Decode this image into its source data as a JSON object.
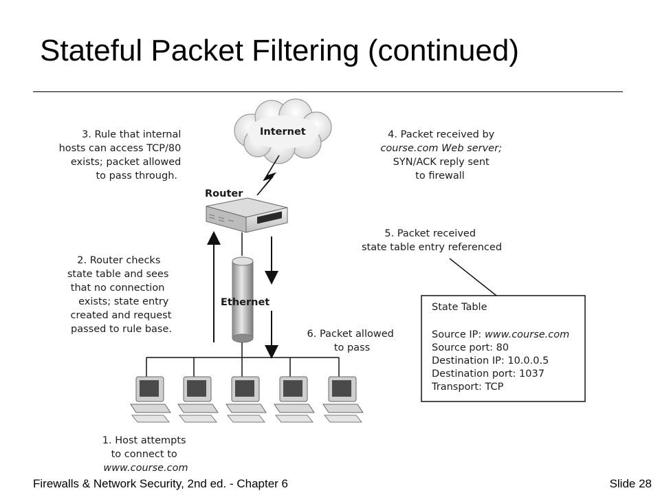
{
  "slide": {
    "title": "Stateful Packet Filtering (continued)",
    "footer_left": "Firewalls & Network Security, 2nd ed. - Chapter 6",
    "footer_right": "Slide 28"
  },
  "diagram": {
    "internet_label": "Internet",
    "router_label": "Router",
    "ethernet_label": "Ethernet",
    "step1": [
      "1. Host attempts",
      "to connect to",
      "www.course.com"
    ],
    "step2": [
      "2. Router checks",
      "state table and sees",
      "that no connection",
      "exists; state entry",
      "created and request",
      "passed to rule base."
    ],
    "step3": [
      "3. Rule that internal",
      "hosts can access TCP/80",
      "exists; packet allowed",
      "to pass through."
    ],
    "step4": [
      "4. Packet received by",
      "course.com Web server;",
      "SYN/ACK reply sent",
      "to firewall"
    ],
    "step5": [
      "5. Packet received",
      "state table entry referenced"
    ],
    "step6": [
      "6. Packet allowed",
      "to pass"
    ],
    "state_table": {
      "title": "State Table",
      "rows": [
        {
          "label": "Source IP: ",
          "value": "www.course.com"
        },
        {
          "label": "Source port: ",
          "value": "80"
        },
        {
          "label": "Destination IP: ",
          "value": "10.0.0.5"
        },
        {
          "label": "Destination port: ",
          "value": "1037"
        },
        {
          "label": "Transport: ",
          "value": "TCP"
        }
      ]
    }
  }
}
